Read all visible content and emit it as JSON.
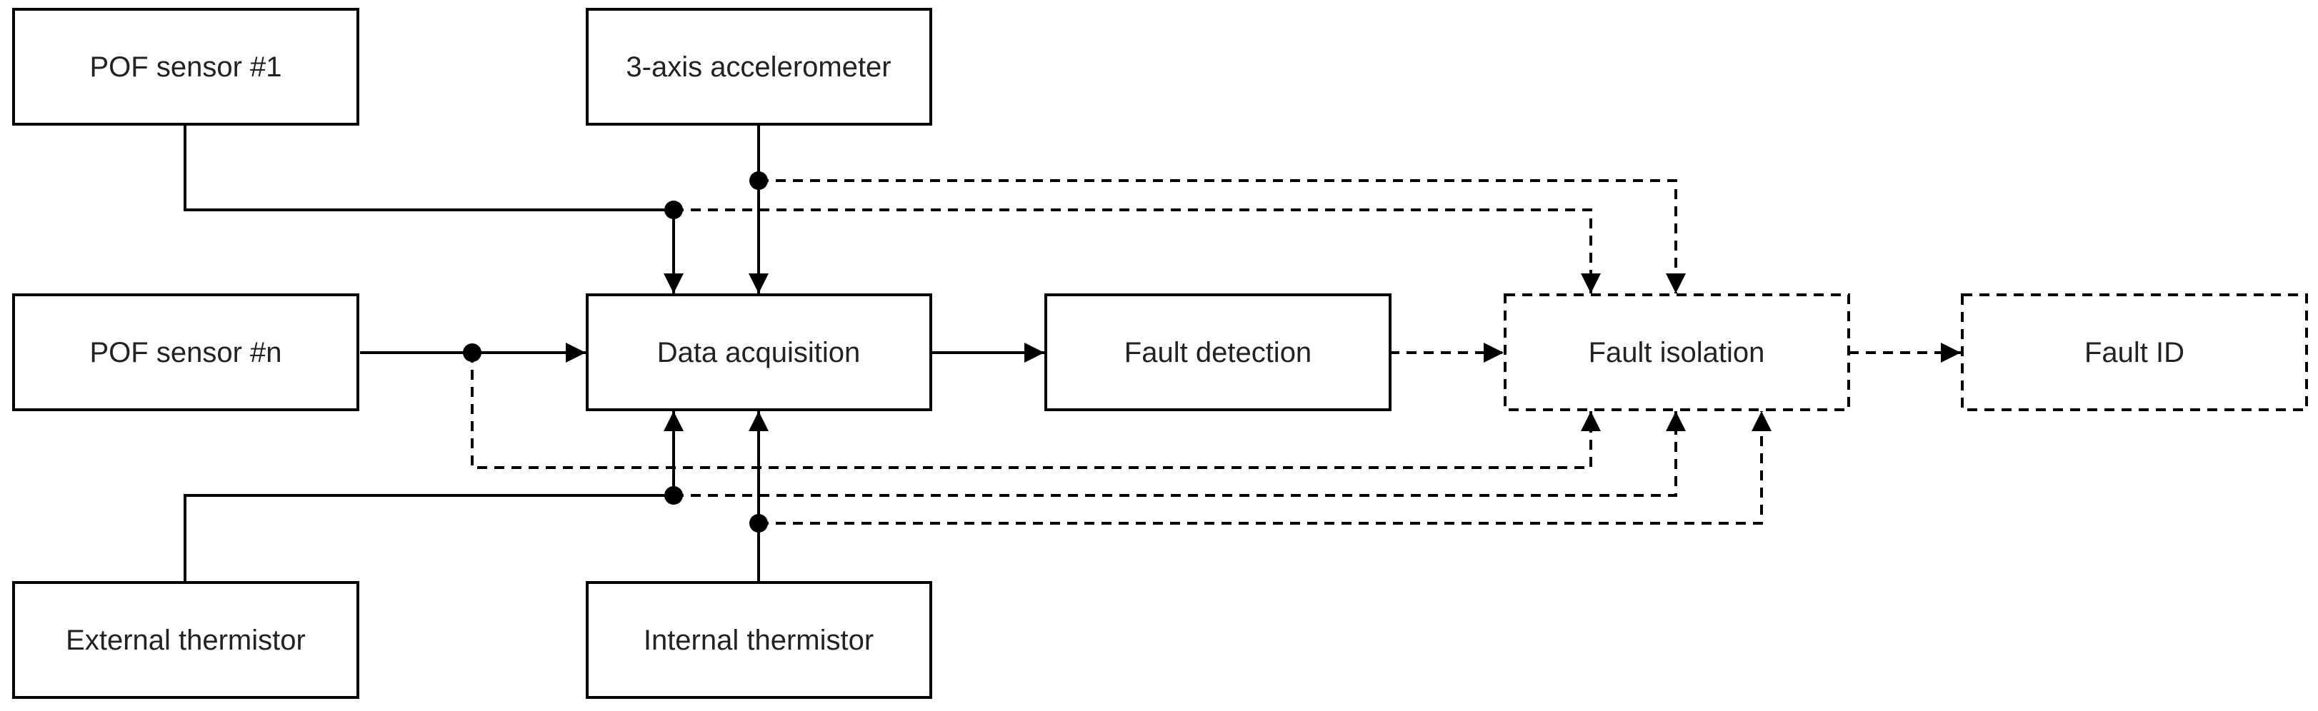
{
  "diagram": {
    "nodes": {
      "pof_sensor_1": {
        "label": "POF sensor #1",
        "style": "solid"
      },
      "accelerometer": {
        "label": "3-axis accelerometer",
        "style": "solid"
      },
      "pof_sensor_n": {
        "label": "POF sensor #n",
        "style": "solid"
      },
      "data_acquisition": {
        "label": "Data acquisition",
        "style": "solid"
      },
      "fault_detection": {
        "label": "Fault detection",
        "style": "solid"
      },
      "fault_isolation": {
        "label": "Fault isolation",
        "style": "dashed"
      },
      "fault_id": {
        "label": "Fault ID",
        "style": "dashed"
      },
      "external_thermistor": {
        "label": "External thermistor",
        "style": "solid"
      },
      "internal_thermistor": {
        "label": "Internal thermistor",
        "style": "solid"
      }
    },
    "edges": [
      {
        "from": "pof_sensor_1",
        "to": "data_acquisition",
        "style": "solid"
      },
      {
        "from": "accelerometer",
        "to": "data_acquisition",
        "style": "solid"
      },
      {
        "from": "pof_sensor_n",
        "to": "data_acquisition",
        "style": "solid"
      },
      {
        "from": "external_thermistor",
        "to": "data_acquisition",
        "style": "solid"
      },
      {
        "from": "internal_thermistor",
        "to": "data_acquisition",
        "style": "solid"
      },
      {
        "from": "data_acquisition",
        "to": "fault_detection",
        "style": "solid"
      },
      {
        "from": "fault_detection",
        "to": "fault_isolation",
        "style": "dashed"
      },
      {
        "from": "fault_isolation",
        "to": "fault_id",
        "style": "dashed"
      },
      {
        "from": "pof_sensor_1",
        "to": "fault_isolation",
        "style": "dashed"
      },
      {
        "from": "accelerometer",
        "to": "fault_isolation",
        "style": "dashed"
      },
      {
        "from": "pof_sensor_n",
        "to": "fault_isolation",
        "style": "dashed"
      },
      {
        "from": "external_thermistor",
        "to": "fault_isolation",
        "style": "dashed"
      },
      {
        "from": "internal_thermistor",
        "to": "fault_isolation",
        "style": "dashed"
      }
    ]
  }
}
